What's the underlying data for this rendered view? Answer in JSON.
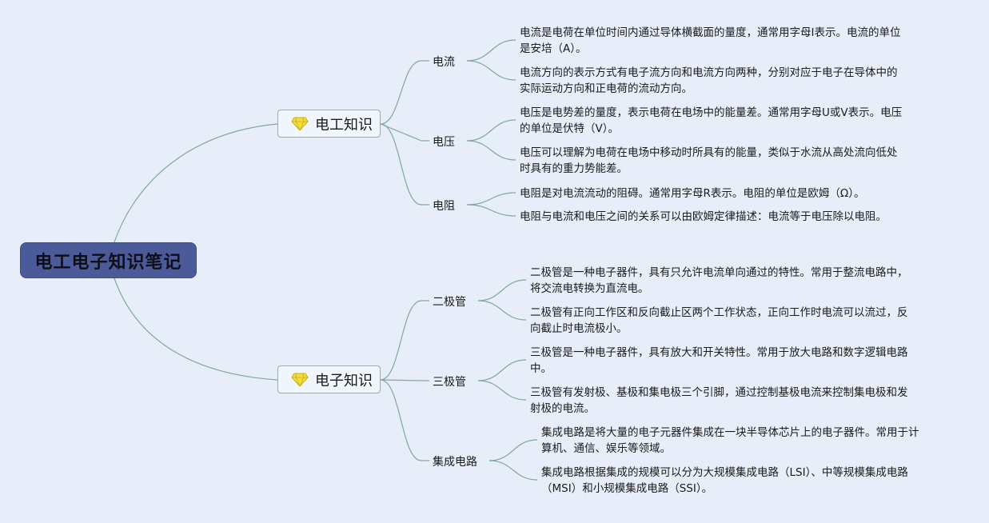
{
  "root": {
    "title": "电工电子知识笔记"
  },
  "branches": [
    {
      "title": "电工知识",
      "icon": "diamond-icon",
      "children": [
        {
          "title": "电流",
          "notes": [
            [
              "电流是电荷在单位时间内通过导体横截面的量度，通常用字母I表示。电流的单位",
              "是安培（A）。"
            ],
            [
              "电流方向的表示方式有电子流方向和电流方向两种，分别对应于电子在导体中的",
              "实际运动方向和正电荷的流动方向。"
            ]
          ]
        },
        {
          "title": "电压",
          "notes": [
            [
              "电压是电势差的量度，表示电荷在电场中的能量差。通常用字母U或V表示。电压",
              "的单位是伏特（V）。"
            ],
            [
              "电压可以理解为电荷在电场中移动时所具有的能量，类似于水流从高处流向低处",
              "时具有的重力势能差。"
            ]
          ]
        },
        {
          "title": "电阻",
          "notes": [
            [
              "电阻是对电流流动的阻碍。通常用字母R表示。电阻的单位是欧姆（Ω）。"
            ],
            [
              "电阻与电流和电压之间的关系可以由欧姆定律描述：电流等于电压除以电阻。"
            ]
          ]
        }
      ]
    },
    {
      "title": "电子知识",
      "icon": "diamond-icon",
      "children": [
        {
          "title": "二极管",
          "notes": [
            [
              "二极管是一种电子器件，具有只允许电流单向通过的特性。常用于整流电路中，",
              "将交流电转换为直流电。"
            ],
            [
              "二极管有正向工作区和反向截止区两个工作状态，正向工作时电流可以流过，反",
              "向截止时电流极小。"
            ]
          ]
        },
        {
          "title": "三极管",
          "notes": [
            [
              "三极管是一种电子器件，具有放大和开关特性。常用于放大电路和数字逻辑电路",
              "中。"
            ],
            [
              "三极管有发射极、基极和集电极三个引脚，通过控制基极电流来控制集电极和发",
              "射极的电流。"
            ]
          ]
        },
        {
          "title": "集成电路",
          "notes": [
            [
              "集成电路是将大量的电子元器件集成在一块半导体芯片上的电子器件。常用于计",
              "算机、通信、娱乐等领域。"
            ],
            [
              "集成电路根据集成的规模可以分为大规模集成电路（LSI）、中等规模集成电路",
              "（MSI）和小规模集成电路（SSI）。"
            ]
          ]
        }
      ]
    }
  ],
  "colors": {
    "background": "#e7eef9",
    "root_fill": "#4b5a98",
    "main_fill": "#f0f6fb",
    "main_border": "#8fb1b1",
    "connector": "#7fa7a2",
    "diamond": "#f3df3a"
  }
}
